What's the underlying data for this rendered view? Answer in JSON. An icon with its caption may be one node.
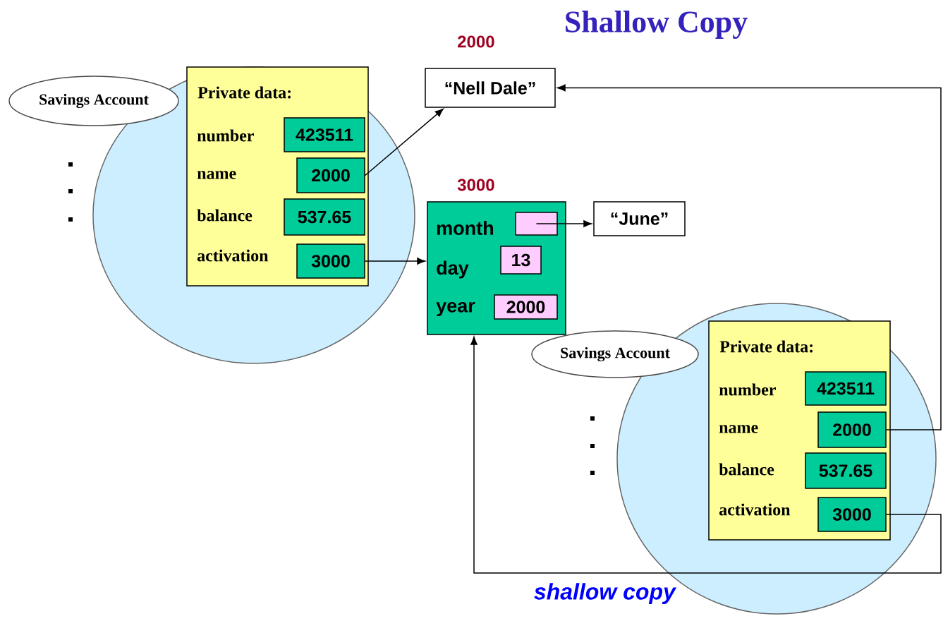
{
  "diagram": {
    "title": "Shallow Copy",
    "nodes": [
      {
        "text": [],
        "shape": "circle"
      },
      {
        "text": [
          "Savings Account"
        ]
      },
      {
        "text": [
          "Private data:",
          "number",
          "name",
          "balance",
          "activation"
        ],
        "in": 0
      },
      {
        "text": [
          "423511"
        ],
        "in": 2
      },
      {
        "text": [
          "2000"
        ],
        "in": 2
      },
      {
        "text": [
          "537.65"
        ],
        "in": 2
      },
      {
        "text": [
          "3000"
        ],
        "in": 2
      },
      {
        "text": [
          "“Nell Dale”"
        ],
        "beside": [
          "2000"
        ]
      },
      {
        "text": [
          "month",
          "day",
          "year"
        ],
        "beside": [
          "3000"
        ]
      },
      {
        "text": [],
        "shape": "box",
        "in": 8
      },
      {
        "text": [
          "13"
        ],
        "in": 8
      },
      {
        "text": [
          "2000"
        ],
        "in": 8
      },
      {
        "text": [
          "“June”"
        ]
      },
      {
        "text": [],
        "shape": "circle"
      },
      {
        "text": [
          "Savings Account"
        ]
      },
      {
        "text": [
          "Private data:",
          "number",
          "name",
          "balance",
          "activation"
        ],
        "in": 13
      },
      {
        "text": [
          "423511"
        ],
        "in": 15
      },
      {
        "text": [
          "2000"
        ],
        "in": 15
      },
      {
        "text": [
          "537.65"
        ],
        "in": 15
      },
      {
        "text": [
          "3000"
        ],
        "in": 15
      }
    ],
    "edges": [
      {
        "from": 4,
        "to": 7,
        "arrow": "to"
      },
      {
        "from": 6,
        "to": 8,
        "arrow": "to"
      },
      {
        "from": 9,
        "to": 12,
        "arrow": "to"
      },
      {
        "from": 17,
        "to": 7,
        "arrow": "to"
      },
      {
        "from": 19,
        "to": 8,
        "arrow": "to",
        "label": "shallow copy"
      }
    ]
  }
}
